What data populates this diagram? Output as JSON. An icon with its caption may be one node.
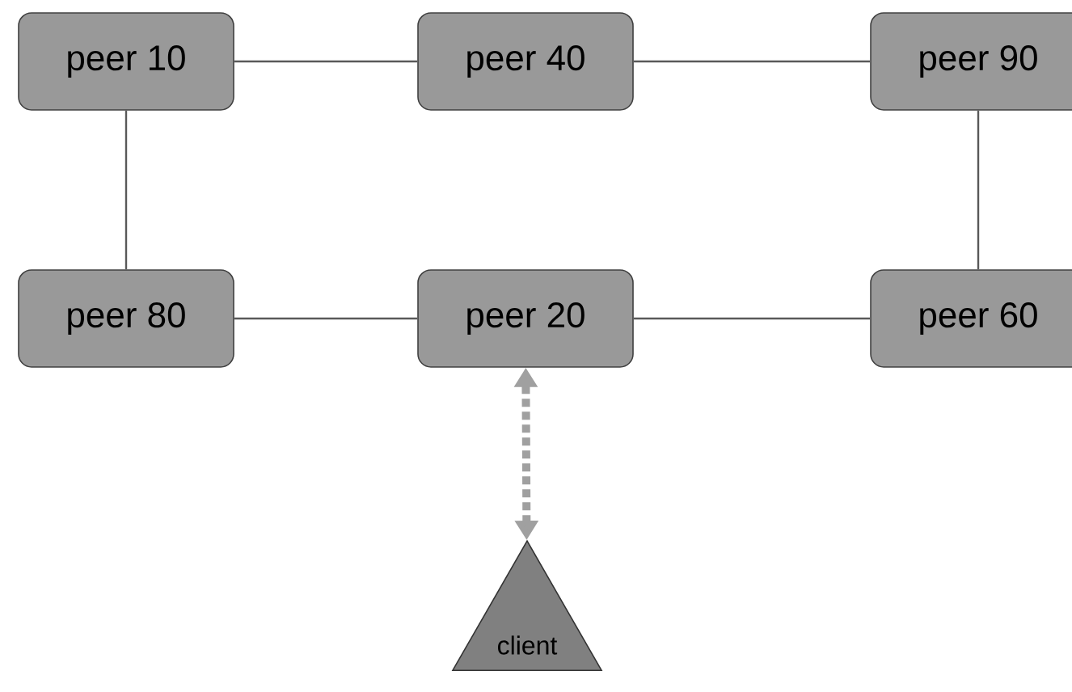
{
  "diagram": {
    "nodes": [
      {
        "text": [
          "peer 10"
        ]
      },
      {
        "text": [
          "peer 40"
        ]
      },
      {
        "text": [
          "peer 90"
        ]
      },
      {
        "text": [
          "peer 80"
        ]
      },
      {
        "text": [
          "peer 20"
        ]
      },
      {
        "text": [
          "peer 60"
        ]
      },
      {
        "text": [
          "client"
        ]
      }
    ],
    "edges": [
      {
        "from": 0,
        "to": 1,
        "arrow": "none"
      },
      {
        "from": 1,
        "to": 2,
        "arrow": "none"
      },
      {
        "from": 0,
        "to": 3,
        "arrow": "none"
      },
      {
        "from": 2,
        "to": 5,
        "arrow": "none"
      },
      {
        "from": 3,
        "to": 4,
        "arrow": "none"
      },
      {
        "from": 4,
        "to": 5,
        "arrow": "none"
      },
      {
        "from": 4,
        "to": 6,
        "arrow": "both",
        "style": "dashed",
        "color": "#a0a0a0"
      }
    ]
  }
}
